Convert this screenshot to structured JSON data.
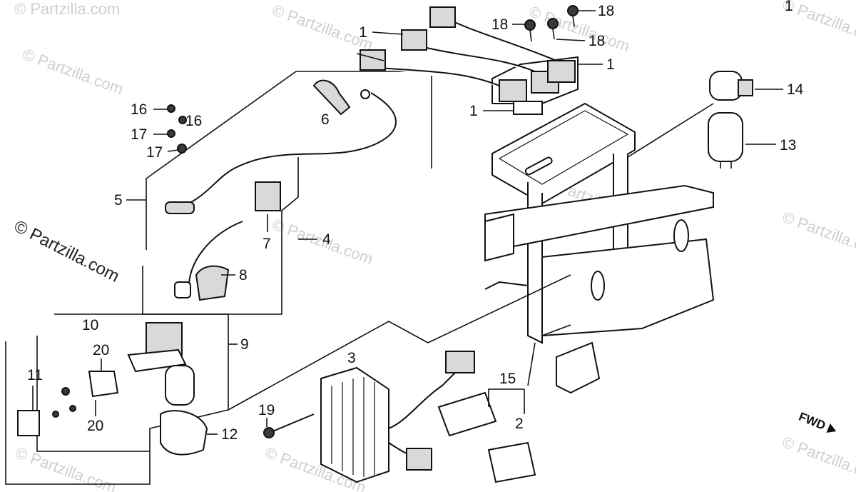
{
  "watermark": {
    "text": "© Partzilla.com",
    "main_text": "© Partzilla.com"
  },
  "callouts": [
    "1",
    "1",
    "1",
    "1",
    "2",
    "3",
    "4",
    "5",
    "6",
    "7",
    "8",
    "9",
    "10",
    "11",
    "12",
    "13",
    "14",
    "15",
    "16",
    "16",
    "17",
    "17",
    "18",
    "18",
    "18",
    "19",
    "20",
    "20"
  ],
  "direction_marker": {
    "text": "FWD",
    "icon": "arrow-right-icon"
  }
}
